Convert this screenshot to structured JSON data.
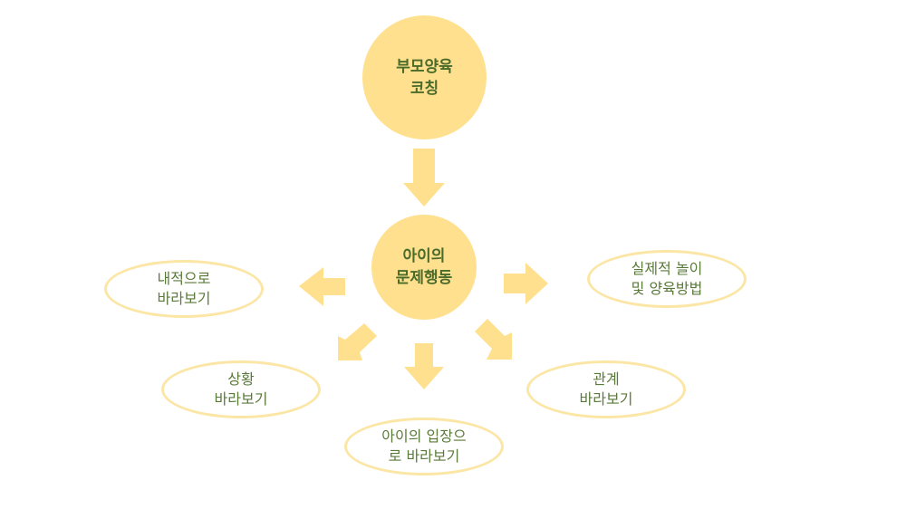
{
  "colors": {
    "circle_fill": "#FFE08F",
    "arrow_fill": "#FFE08F",
    "ellipse_border": "#FBE6A6",
    "text_dark_green": "#4A6B2A",
    "text_green": "#5A7A3A"
  },
  "nodes": {
    "top": "부모양육\n코칭",
    "center": "아이의\n문제행동",
    "left": "내적으로\n바라보기",
    "right": "실제적 놀이\n및 양육방법",
    "bottom_left": "상황\n바라보기",
    "bottom_right": "관계\n바라보기",
    "bottom": "아이의 입장으\n로 바라보기"
  }
}
